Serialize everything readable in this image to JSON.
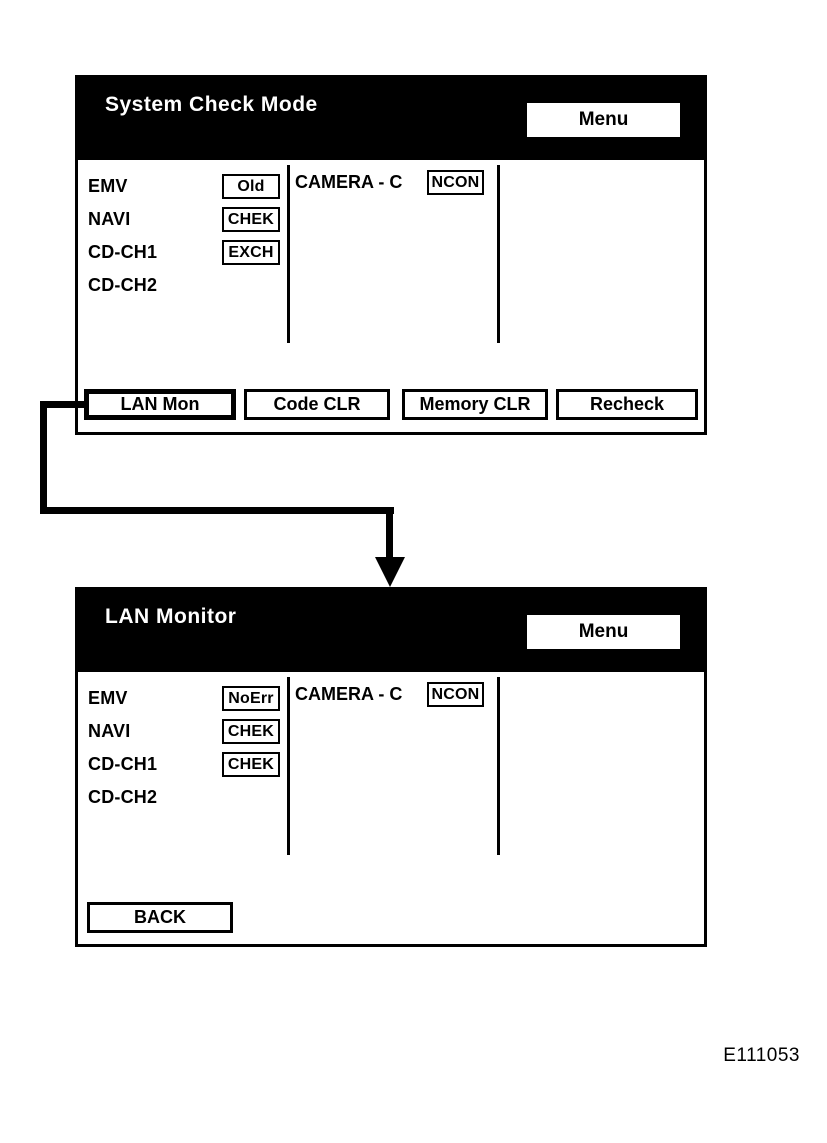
{
  "figure_code": "E111053",
  "screen1": {
    "title": "System Check Mode",
    "menu_label": "Menu",
    "rows": [
      {
        "label": "EMV",
        "status": "Old"
      },
      {
        "label": "NAVI",
        "status": "CHEK"
      },
      {
        "label": "CD-CH1",
        "status": "EXCH"
      },
      {
        "label": "CD-CH2",
        "status": ""
      }
    ],
    "camera": {
      "label": "CAMERA - C",
      "status": "NCON"
    },
    "buttons": [
      {
        "label": "LAN Mon"
      },
      {
        "label": "Code CLR"
      },
      {
        "label": "Memory CLR"
      },
      {
        "label": "Recheck"
      }
    ]
  },
  "screen2": {
    "title": "LAN Monitor",
    "menu_label": "Menu",
    "rows": [
      {
        "label": "EMV",
        "status": "NoErr"
      },
      {
        "label": "NAVI",
        "status": "CHEK"
      },
      {
        "label": "CD-CH1",
        "status": "CHEK"
      },
      {
        "label": "CD-CH2",
        "status": ""
      }
    ],
    "camera": {
      "label": "CAMERA - C",
      "status": "NCON"
    },
    "back_label": "BACK"
  }
}
